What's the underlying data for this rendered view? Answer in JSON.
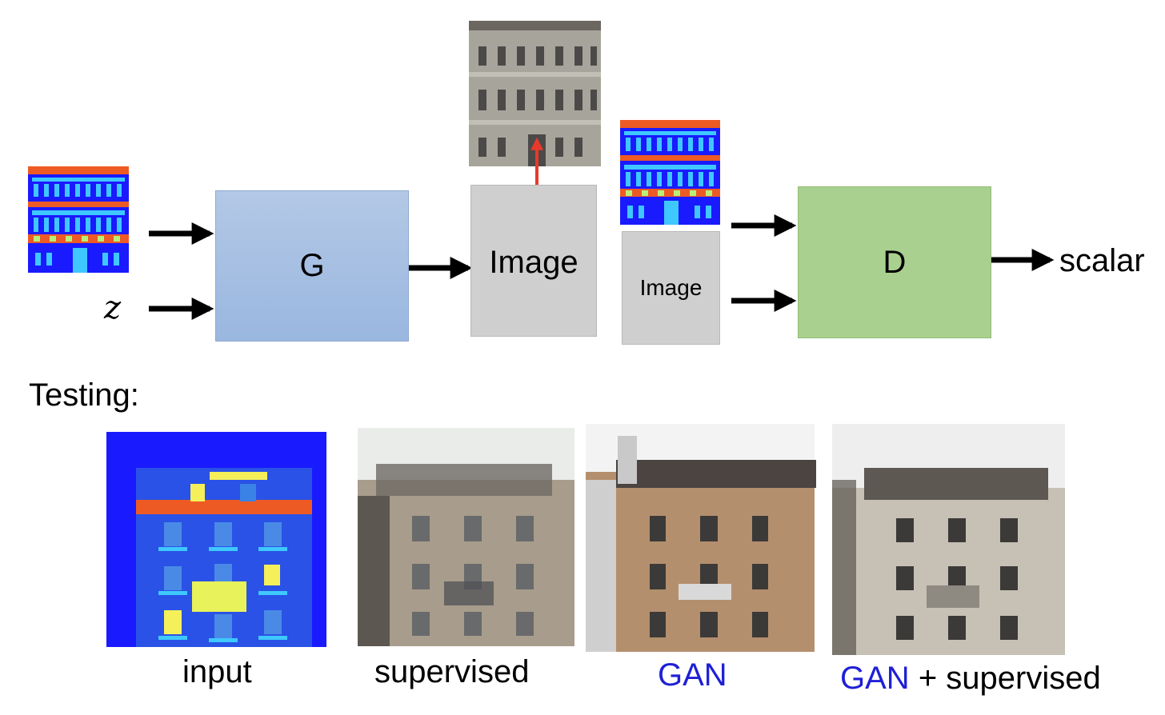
{
  "diagram": {
    "generator_label": "G",
    "output_label": "Image",
    "real_image_label": "Image",
    "discriminator_label": "D",
    "noise_label": "z",
    "result_label": "scalar"
  },
  "testing": {
    "heading": "Testing:",
    "captions": {
      "input": "input",
      "supervised": "supervised",
      "gan": "GAN",
      "gan_sup_gan": "GAN",
      "gan_sup_rest": "+ supervised"
    }
  },
  "colors": {
    "label_map_bg": "#1a1aff",
    "label_map_orange": "#ee5a24",
    "label_map_cyan": "#3ec8ff",
    "label_map_yellow": "#f5f05a",
    "arrow_red": "#e8392b",
    "gan_blue": "#1f1fd6"
  }
}
